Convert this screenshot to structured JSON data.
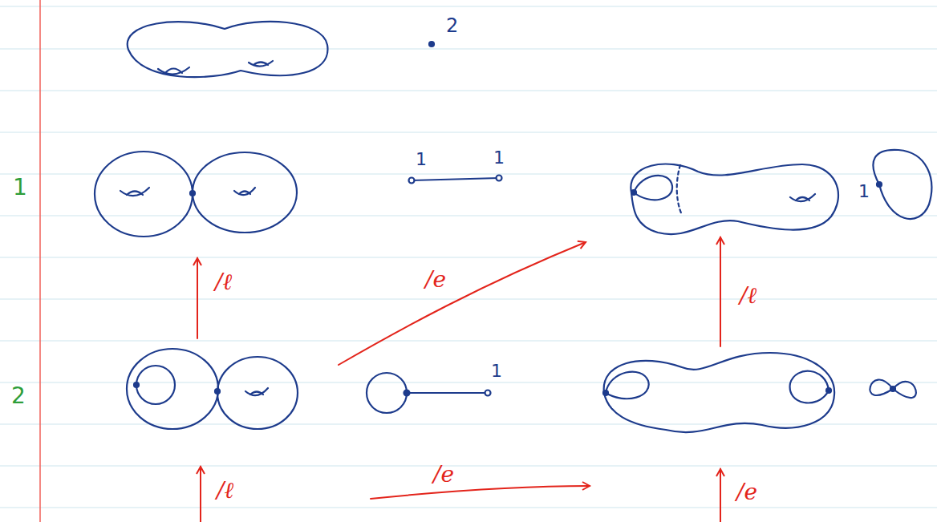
{
  "diagram": {
    "labels": [
      "2",
      "1",
      "1",
      "1",
      "1",
      "/ℓ",
      "/e",
      "/ℓ",
      "2",
      "1",
      "/ℓ",
      "/e",
      "/e"
    ]
  }
}
